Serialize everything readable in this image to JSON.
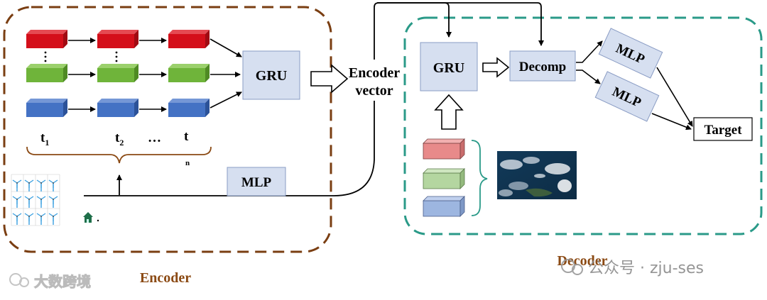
{
  "encoder": {
    "label": "Encoder",
    "gru_label": "GRU",
    "mlp_label": "MLP",
    "time_steps": [
      "t",
      "t",
      "…",
      "t"
    ],
    "time_subscripts": [
      "1",
      "2",
      "",
      "n"
    ]
  },
  "encoder_vector": {
    "line1": "Encoder",
    "line2": "vector"
  },
  "decoder": {
    "label": "Decoder",
    "gru_label": "GRU",
    "decomp_label": "Decomp",
    "mlp_labels": [
      "MLP",
      "MLP"
    ],
    "target_label": "Target"
  },
  "watermarks": {
    "left": "大数跨境",
    "right": "公众号 · zju-ses"
  },
  "colors": {
    "encoder_border": "#7a3e12",
    "decoder_border": "#2a9a88",
    "block_fill": "#d6dff0",
    "block_stroke": "#8a9cc4",
    "red": "#d40f1a",
    "green": "#6fb43a",
    "blue": "#4472c4",
    "light_red": "#e88a8a",
    "light_green": "#b4d6a0",
    "light_blue": "#9db6e0",
    "turbine": "#3aa0e0",
    "label_brown": "#8b4a14"
  },
  "icons": [
    "wind-turbine-icon",
    "house-icon",
    "satellite-image",
    "wechat-icon"
  ]
}
